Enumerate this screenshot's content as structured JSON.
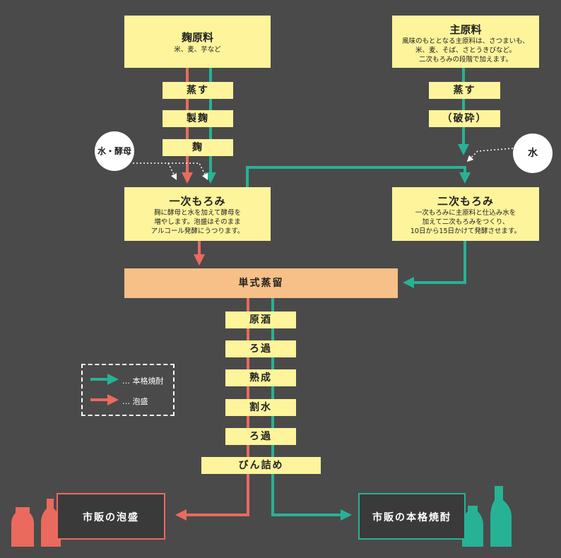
{
  "koji_material": {
    "title": "麹原料",
    "desc": "米、麦、芋など"
  },
  "main_material": {
    "title": "主原料",
    "desc_lines": [
      "風味のもととなる主原料は、さつまいも、",
      "米、麦、そば、さとうきびなど。",
      "二次もろみの段階で加えます。"
    ]
  },
  "left_steps": [
    "蒸す",
    "製麹",
    "麹"
  ],
  "right_steps": [
    "蒸す",
    "（破砕）"
  ],
  "water_yeast": "水・酵母",
  "water": "水",
  "primary_moromi": {
    "title": "一次もろみ",
    "desc_lines": [
      "麹に酵母と水を加えて酵母を",
      "増やします。泡盛はそのまま",
      "アルコール発酵にうつります。"
    ]
  },
  "secondary_moromi": {
    "title": "二次もろみ",
    "desc_lines": [
      "一次もろみに主原料と仕込み水を",
      "加えて二次もろみをつくり、",
      "10日から15日かけて発酵させます。"
    ]
  },
  "distillation": "単式蒸留",
  "center_steps": [
    "原酒",
    "ろ過",
    "熟成",
    "割水",
    "ろ過",
    "びん詰め"
  ],
  "output_awamori": "市販の泡盛",
  "output_shochu": "市販の本格焼酎",
  "legend": {
    "shochu": "… 本格焼酎",
    "awamori": "… 泡盛"
  },
  "colors": {
    "shochu": "#27b296",
    "awamori": "#ea6a5e",
    "box": "#fdf49b",
    "distill": "#f6c088",
    "background": "#4a4a4a"
  }
}
